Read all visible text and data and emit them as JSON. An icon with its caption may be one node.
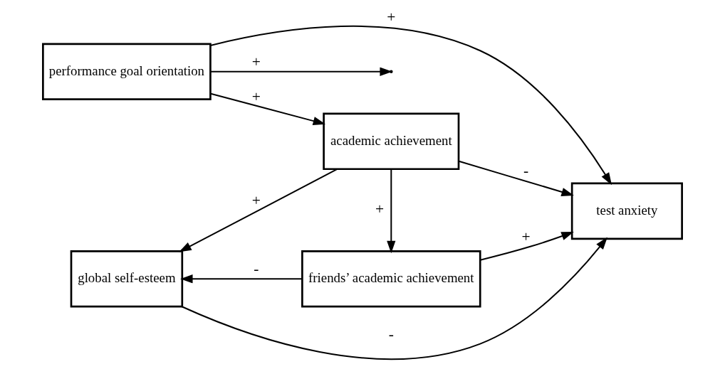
{
  "diagram": {
    "nodes": [
      {
        "text": [
          "performance goal orientation"
        ]
      },
      {
        "text": [
          "academic achievement"
        ]
      },
      {
        "text": [
          "test anxiety"
        ]
      },
      {
        "text": [
          "friends’ academic achievement"
        ]
      },
      {
        "text": [
          "global self-esteem"
        ]
      }
    ],
    "edges": [
      {
        "from": 0,
        "to": 1,
        "arrow": "to",
        "label": "+"
      },
      {
        "from": 0,
        "to": 2,
        "arrow": "to",
        "label": "+"
      },
      {
        "from": 1,
        "to": 2,
        "arrow": "to",
        "label": "-"
      },
      {
        "from": 0,
        "to": null,
        "arrow": "to",
        "label": "+"
      },
      {
        "from": 1,
        "to": 3,
        "arrow": "to",
        "label": "+"
      },
      {
        "from": 1,
        "to": 4,
        "arrow": "to",
        "label": "+"
      },
      {
        "from": 3,
        "to": 2,
        "arrow": "to",
        "label": "+"
      },
      {
        "from": 3,
        "to": 4,
        "arrow": "to",
        "label": "-"
      },
      {
        "from": 4,
        "to": 2,
        "arrow": "to",
        "label": "-"
      }
    ]
  }
}
